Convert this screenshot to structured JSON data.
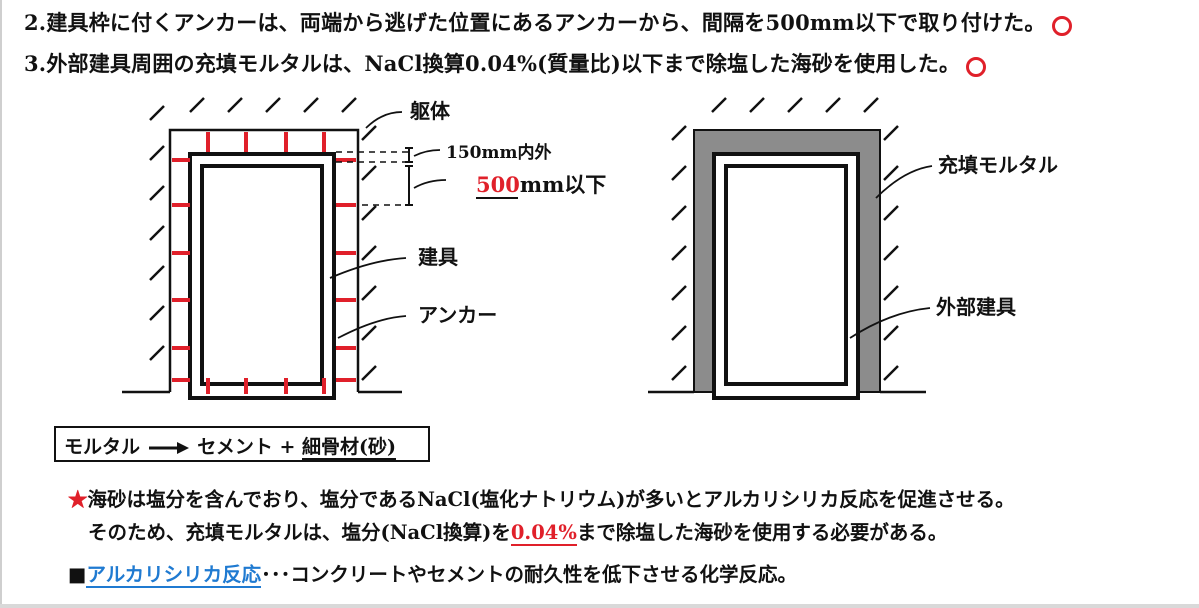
{
  "header": {
    "line1": "2.建具枠に付くアンカーは、両端から逃げた位置にあるアンカーから、間隔を500mm以下で取り付けた。",
    "line2": "3.外部建具周囲の充填モルタルは、NaCl換算0.04%(質量比)以下まで除塩した海砂を使用した。"
  },
  "figure_left": {
    "label_body": "躯体",
    "label_dim1": "150mm内外",
    "label_dim2_value": "500",
    "label_dim2_unit": "mm以下",
    "label_fitting": "建具",
    "label_anchor": "アンカー"
  },
  "figure_right": {
    "label_mortar": "充填モルタル",
    "label_fitting": "外部建具"
  },
  "formula": {
    "left": "モルタル",
    "right_a": "セメント + ",
    "right_b": "細骨材(砂)"
  },
  "notes": {
    "star": "★",
    "n1": "海砂は塩分を含んでおり、塩分であるNaCl(塩化ナトリウム)が多いとアルカリシリカ反応を促進させる。",
    "n2a": "そのため、充填モルタルは、塩分(NaCl換算)を",
    "n2b": "0.04%",
    "n2c": "まで除塩した海砂を使用する必要がある。",
    "bullet": "■",
    "n3a": "アルカリシリカ反応",
    "n3b": "･･･コンクリートやセメントの耐久性を低下させる化学反応。"
  },
  "colors": {
    "accent_red": "#e0202a",
    "link_blue": "#1f7ad1",
    "mortar_gray": "#8c8c8c"
  }
}
